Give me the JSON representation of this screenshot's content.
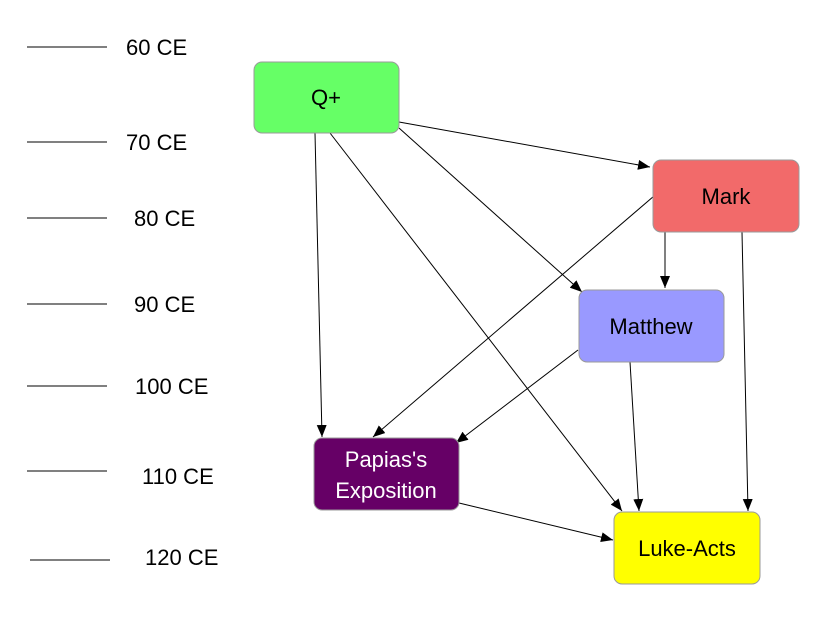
{
  "timeline": {
    "labels": [
      "60 CE",
      "70 CE",
      "80 CE",
      "90 CE",
      "100 CE",
      "110 CE",
      "120 CE"
    ]
  },
  "nodes": {
    "q_plus": {
      "label": "Q+",
      "color": "#66ff66",
      "text_color": "#000000"
    },
    "mark": {
      "label": "Mark",
      "color": "#f26a6a",
      "text_color": "#000000"
    },
    "matthew": {
      "label": "Matthew",
      "color": "#9999ff",
      "text_color": "#000000"
    },
    "papias": {
      "label_line1": "Papias's",
      "label_line2": "Exposition",
      "color": "#660066",
      "text_color": "#ffffff"
    },
    "luke_acts": {
      "label": "Luke-Acts",
      "color": "#ffff00",
      "text_color": "#000000"
    }
  },
  "edges": [
    {
      "from": "Q+",
      "to": "Mark"
    },
    {
      "from": "Q+",
      "to": "Matthew"
    },
    {
      "from": "Q+",
      "to": "Papias's Exposition"
    },
    {
      "from": "Q+",
      "to": "Luke-Acts"
    },
    {
      "from": "Mark",
      "to": "Matthew"
    },
    {
      "from": "Mark",
      "to": "Papias's Exposition"
    },
    {
      "from": "Mark",
      "to": "Luke-Acts"
    },
    {
      "from": "Matthew",
      "to": "Papias's Exposition"
    },
    {
      "from": "Matthew",
      "to": "Luke-Acts"
    },
    {
      "from": "Papias's Exposition",
      "to": "Luke-Acts"
    }
  ]
}
